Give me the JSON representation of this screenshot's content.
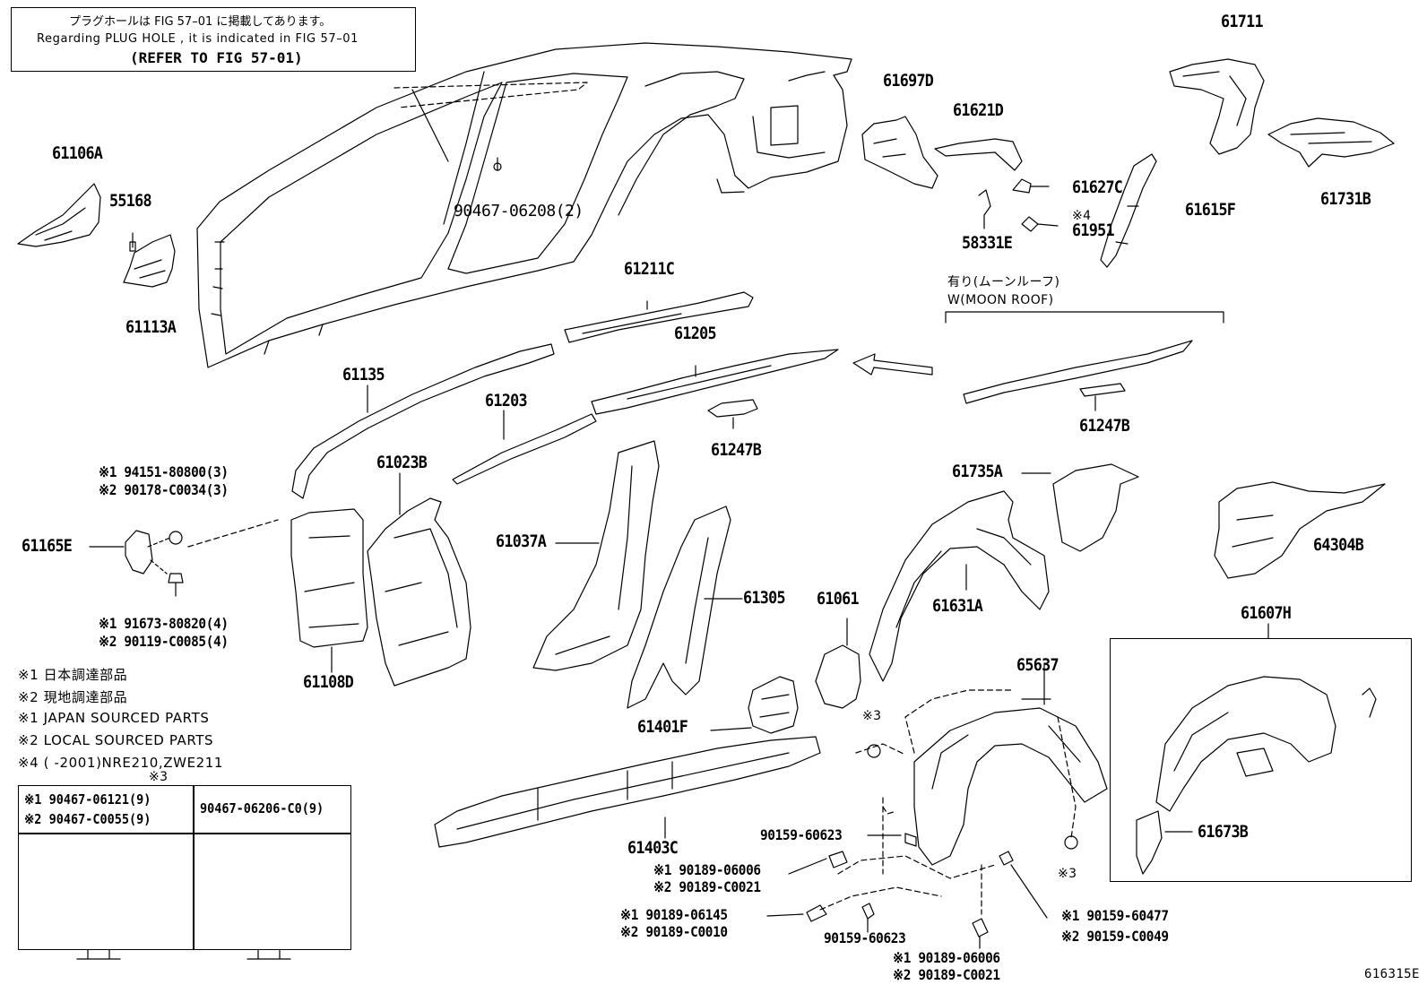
{
  "notes": {
    "jp": "プラグホールは FIG 57–01 に掲載してあります。",
    "en": "Regarding  PLUG  HOLE , it is indicated in  FIG  57–01",
    "refer": "(REFER TO FIG 57-01)"
  },
  "moon_roof": {
    "jp": "有り(ムーンルーフ)",
    "en": "W(MOON ROOF)"
  },
  "parts": {
    "p61106A": "61106A",
    "p55168": "55168",
    "p61113A": "61113A",
    "p90467_06208": "90467-06208(2)",
    "p61697D": "61697D",
    "p61621D": "61621D",
    "p61627C": "61627C",
    "p58331E": "58331E",
    "p61951_mark": "※4",
    "p61951": "61951",
    "p61711": "61711",
    "p61731B": "61731B",
    "p61615F": "61615F",
    "p61211C": "61211C",
    "p61205": "61205",
    "p61135": "61135",
    "p61203": "61203",
    "p61247B_a": "61247B",
    "p61247B_b": "61247B",
    "p61023B": "61023B",
    "p61037A": "61037A",
    "p61305": "61305",
    "p61735A": "61735A",
    "p64304B": "64304B",
    "p61631A": "61631A",
    "p61061": "61061",
    "p61401F": "61401F",
    "p61108D": "61108D",
    "p61165E": "61165E",
    "p61607H": "61607H",
    "p65637": "65637",
    "p61673B": "61673B",
    "p61403C": "61403C",
    "p90159_60623_a": "90159-60623",
    "p90159_60623_b": "90159-60623",
    "mark3_a": "※3",
    "mark3_b": "※3",
    "fig_id": "616315E"
  },
  "multi": {
    "m94151": "※1 94151-80800(3)",
    "m90178": "※2 90178-C0034(3)",
    "m91673": "※1 91673-80820(4)",
    "m90119": "※2 90119-C0085(4)",
    "m90189_06006_a": "※1 90189-06006",
    "m90189_C0021_a": "※2 90189-C0021",
    "m90189_06145": "※1 90189-06145",
    "m90189_C0010": "※2 90189-C0010",
    "m90159_60477": "※1 90159-60477",
    "m90159_C0049": "※2 90159-C0049",
    "m90189_06006_b": "※1 90189-06006",
    "m90189_C0021_b": "※2 90189-C0021"
  },
  "legend": {
    "l1": "※1  日本調達部品",
    "l2": "※2  現地調達部品",
    "l3": "※1  JAPAN SOURCED PARTS",
    "l4": "※2  LOCAL SOURCED PARTS",
    "l5": "※4 (      -2001)NRE210,ZWE211"
  },
  "clip_table": {
    "mark": "※3",
    "left1": "※1 90467-06121(9)",
    "left2": "※2 90467-C0055(9)",
    "right": "90467-06206-C0(9)"
  }
}
